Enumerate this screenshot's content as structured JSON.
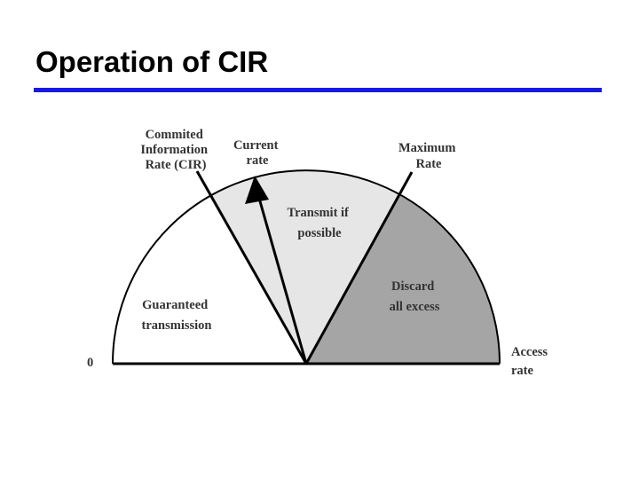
{
  "title": "Operation of CIR",
  "colors": {
    "title_rule": "#1a1adc",
    "guaranteed_region": "#ffffff",
    "transmit_region": "#e6e6e6",
    "discard_region": "#a5a5a5",
    "outline": "#000000"
  },
  "diagram": {
    "labels": {
      "cir": [
        "Commited",
        "Information",
        "Rate (CIR)"
      ],
      "current_rate": [
        "Current",
        "rate"
      ],
      "maximum_rate": [
        "Maximum",
        "Rate"
      ],
      "transmit": [
        "Transmit if",
        "possible"
      ],
      "discard": [
        "Discard",
        "all excess"
      ],
      "guaranteed": [
        "Guaranteed",
        "transmission"
      ],
      "zero": "0",
      "access_rate": [
        "Access",
        "rate"
      ]
    }
  }
}
